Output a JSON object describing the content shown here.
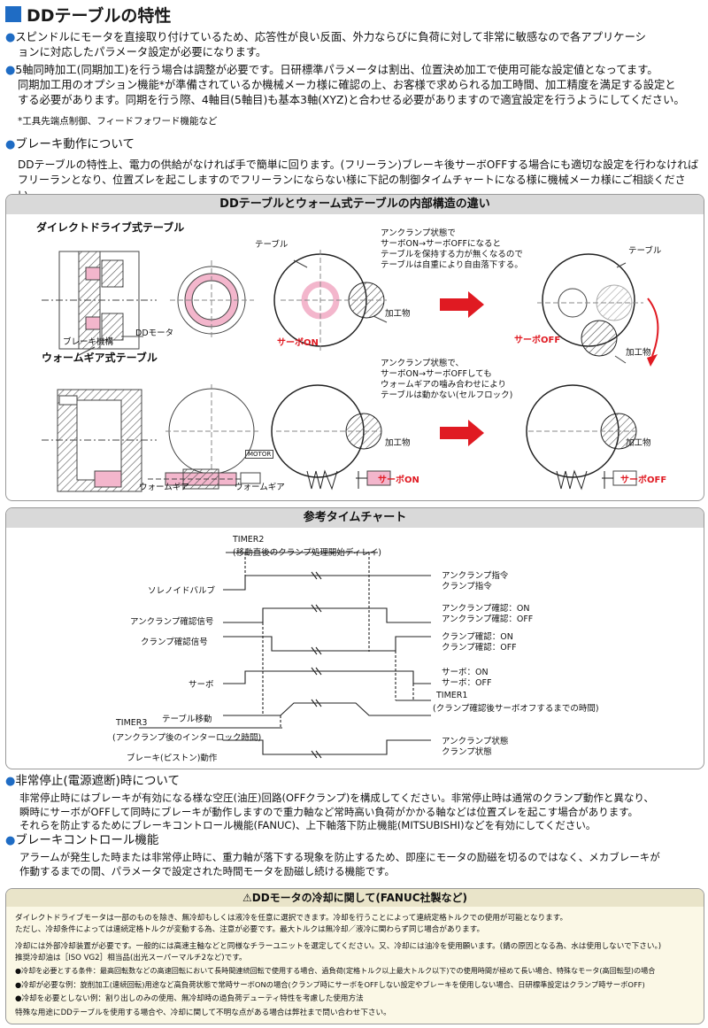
{
  "title": "DDテーブルの特性",
  "bullets": [
    {
      "l1": "スピンドルにモータを直接取り付けているため、応答性が良い反面、外力ならびに負荷に対して非常に敏感なので各アプリケーシ",
      "l2": "ョンに対応したパラメータ設定が必要になります。"
    },
    {
      "l1": "5軸同時加工(同期加工)を行う場合は調整が必要です。日研標準パラメータは割出、位置決め加工で使用可能な設定値となってます。",
      "l2": "同期加工用のオプション機能*が準備されているか機械メーカ様に確認の上、お客様で求められる加工時間、加工精度を満足する設定と",
      "l3": "する必要があります。同期を行う際、4軸目(5軸目)も基本3軸(XYZ)と合わせる必要がありますので適宜設定を行うようにしてください。"
    }
  ],
  "footnote": "*工具先端点制御、フィードフォワード機能など",
  "brake": {
    "heading": "ブレーキ動作について",
    "l1": "DDテーブルの特性上、電力の供給がなければ手で簡単に回ります。(フリーラン)ブレーキ後サーボOFFする場合にも適切な設定を行わなければ",
    "l2": "フリーランとなり、位置ズレを起こしますのでフリーランにならない様に下記の制御タイムチャートになる様に機械メーカ様にご相談ください。"
  },
  "diagram": {
    "header": "DDテーブルとウォーム式テーブルの内部構造の違い",
    "dd_title": "ダイレクトドライブ式テーブル",
    "worm_title": "ウォームギア式テーブル",
    "label_table": "テーブル",
    "label_work": "加工物",
    "label_ddmotor": "DDモータ",
    "label_brake": "ブレーキ機構",
    "label_wormgear": "ウォームギア",
    "label_motor": "MOTOR",
    "servo_on": "サーボON",
    "servo_off": "サーボOFF",
    "dd_note": [
      "アンクランプ状態で",
      "サーボON→サーボOFFになると",
      "テーブルを保持する力が無くなるので",
      "テーブルは自重により自由落下する。"
    ],
    "worm_note": [
      "アンクランプ状態で、",
      "サーボON→サーボOFFしても",
      "ウォームギアの噛み合わせにより",
      "テーブルは動かない(セルフロック)"
    ]
  },
  "timechart": {
    "header": "参考タイムチャート",
    "timer2": "TIMER2",
    "timer2_desc": "(移動直後のクランプ処理開始ディレイ)",
    "timer1": "TIMER1",
    "timer1_desc": "(クランプ確認後サーボオフするまでの時間)",
    "timer3": "TIMER3",
    "timer3_desc": "(アンクランプ後のインターロック時間)",
    "rows": [
      {
        "name": "ソレノイドバルブ",
        "r1": "アンクランプ指令",
        "r2": "クランプ指令"
      },
      {
        "name": "アンクランプ確認信号",
        "r1": "アンクランプ確認：ON",
        "r2": "アンクランプ確認：OFF"
      },
      {
        "name": "クランプ確認信号",
        "r1": "クランプ確認：ON",
        "r2": "クランプ確認：OFF"
      },
      {
        "name": "サーボ",
        "r1": "サーボ：ON",
        "r2": "サーボ：OFF"
      },
      {
        "name": "テーブル移動",
        "r1": "",
        "r2": ""
      },
      {
        "name": "ブレーキ(ピストン)動作",
        "r1": "アンクランプ状態",
        "r2": "クランプ状態"
      }
    ]
  },
  "estop": {
    "heading": "非常停止(電源遮断)時について",
    "l1": "非常停止時にはブレーキが有効になる様な空圧(油圧)回路(OFFクランプ)を構成してください。非常停止時は通常のクランプ動作と異なり、",
    "l2": "瞬時にサーボがOFFして同時にブレーキが動作しますので重力軸など常時高い負荷がかかる軸などは位置ズレを起こす場合があります。",
    "l3": "それらを防止するためにブレーキコントロール機能(FANUC)、上下軸落下防止機能(MITSUBISHI)などを有効にしてください。"
  },
  "brakectl": {
    "heading": "ブレーキコントロール機能",
    "l1": "アラームが発生した時または非常停止時に、重力軸が落下する現象を防止するため、即座にモータの励磁を切るのではなく、メカブレーキが",
    "l2": "作動するまでの間、パラメータで設定された時間モータを励磁し続ける機能です。"
  },
  "cooling": {
    "header": "⚠DDモータの冷却に関して(FANUC社製など)",
    "lines": [
      "ダイレクトドライブモータは一部のものを除き、無冷却もしくは液冷を任意に選択できます。冷却を行うことによって連続定格トルクでの使用が可能となります。",
      "ただし、冷却条件によっては連続定格トルクが変動する為、注意が必要です。最大トルクは無冷却／液冷に関わらず同じ場合があります。",
      "冷却には外部冷却装置が必要です。一般的には高速主軸などと同様なチラーユニットを選定してください。又、冷却には油冷を使用願います。(錆の原因となる為、水は使用しないで下さい。)",
      "推奨冷却油は［ISO VG2］相当品(出光スーパーマルチ2など)です。",
      "●冷却を必要とする条件：最高回転数などの高速回転において長時間連続回転で使用する場合、過負荷(定格トルク以上最大トルク以下)での使用時間が極めて長い場合、特殊なモータ(高回転型)の場合",
      "●冷却が必要な例：旋削加工(連続回転)用途など高負荷状態で常時サーボONの場合(クランプ時にサーボをOFFしない設定やブレーキを使用しない場合、日研標準設定はクランプ時サーボOFF)",
      "●冷却を必要としない例：割り出しのみの使用、無冷却時の過負荷デューティ特性を考慮した使用方法",
      "特殊な用途にDDテーブルを使用する場合や、冷却に関して不明な点がある場合は弊社まで問い合わせ下さい。"
    ]
  },
  "colors": {
    "accent": "#1f6cc4",
    "red": "#e01a22",
    "pink": "#f3b6cc"
  }
}
